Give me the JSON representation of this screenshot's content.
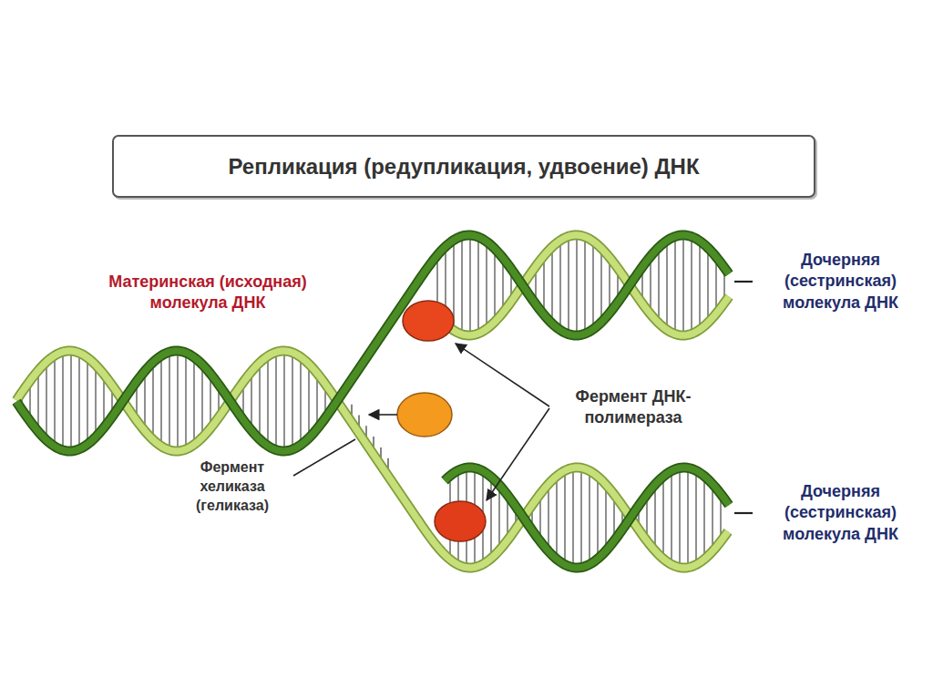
{
  "diagram": {
    "title": "Репликация (редупликация, удвоение) ДНК",
    "labels": [
      "Материнская (исходная) молекула ДНК",
      "Дочерняя (сестринская) молекула ДНК",
      "Фермент ДНК-полимераза",
      "Фермент хеликаза (геликаза)",
      "Дочерняя (сестринская) молекула ДНК"
    ]
  }
}
